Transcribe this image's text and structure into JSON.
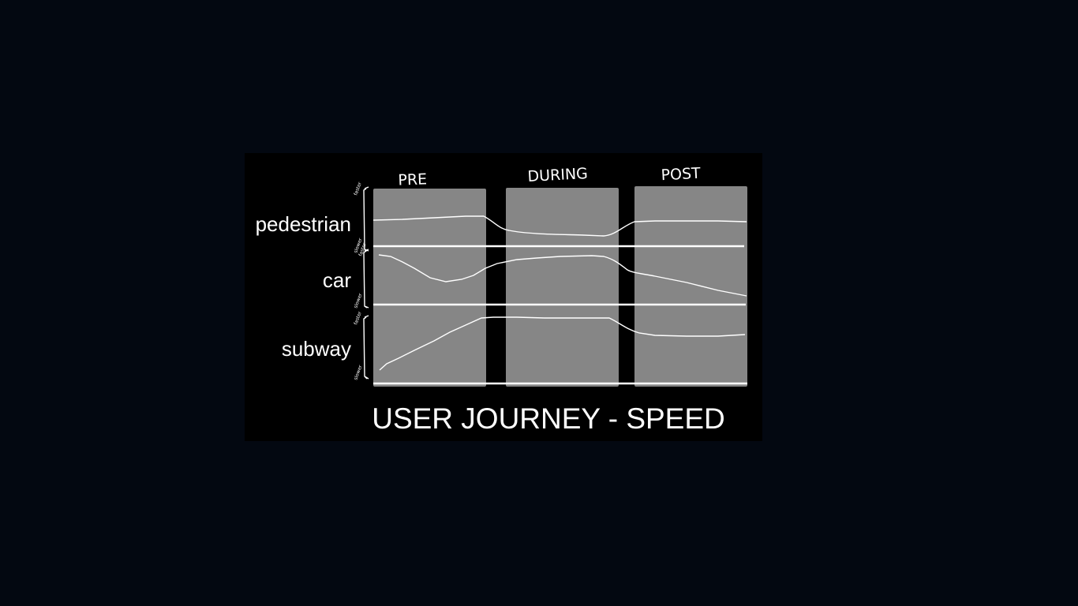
{
  "phases": [
    "PRE",
    "DURING",
    "POST"
  ],
  "rows": [
    {
      "label": "pedestrian",
      "axis_top": "faster",
      "axis_bottom": "slower"
    },
    {
      "label": "car",
      "axis_top": "faster",
      "axis_bottom": "slower"
    },
    {
      "label": "subway",
      "axis_top": "faster",
      "axis_bottom": "slower"
    }
  ],
  "title": "USER JOURNEY - SPEED",
  "colors": {
    "page_background": "#030811",
    "canvas_background": "#000000",
    "panel_fill": "#868686",
    "line": "#ffffff"
  }
}
